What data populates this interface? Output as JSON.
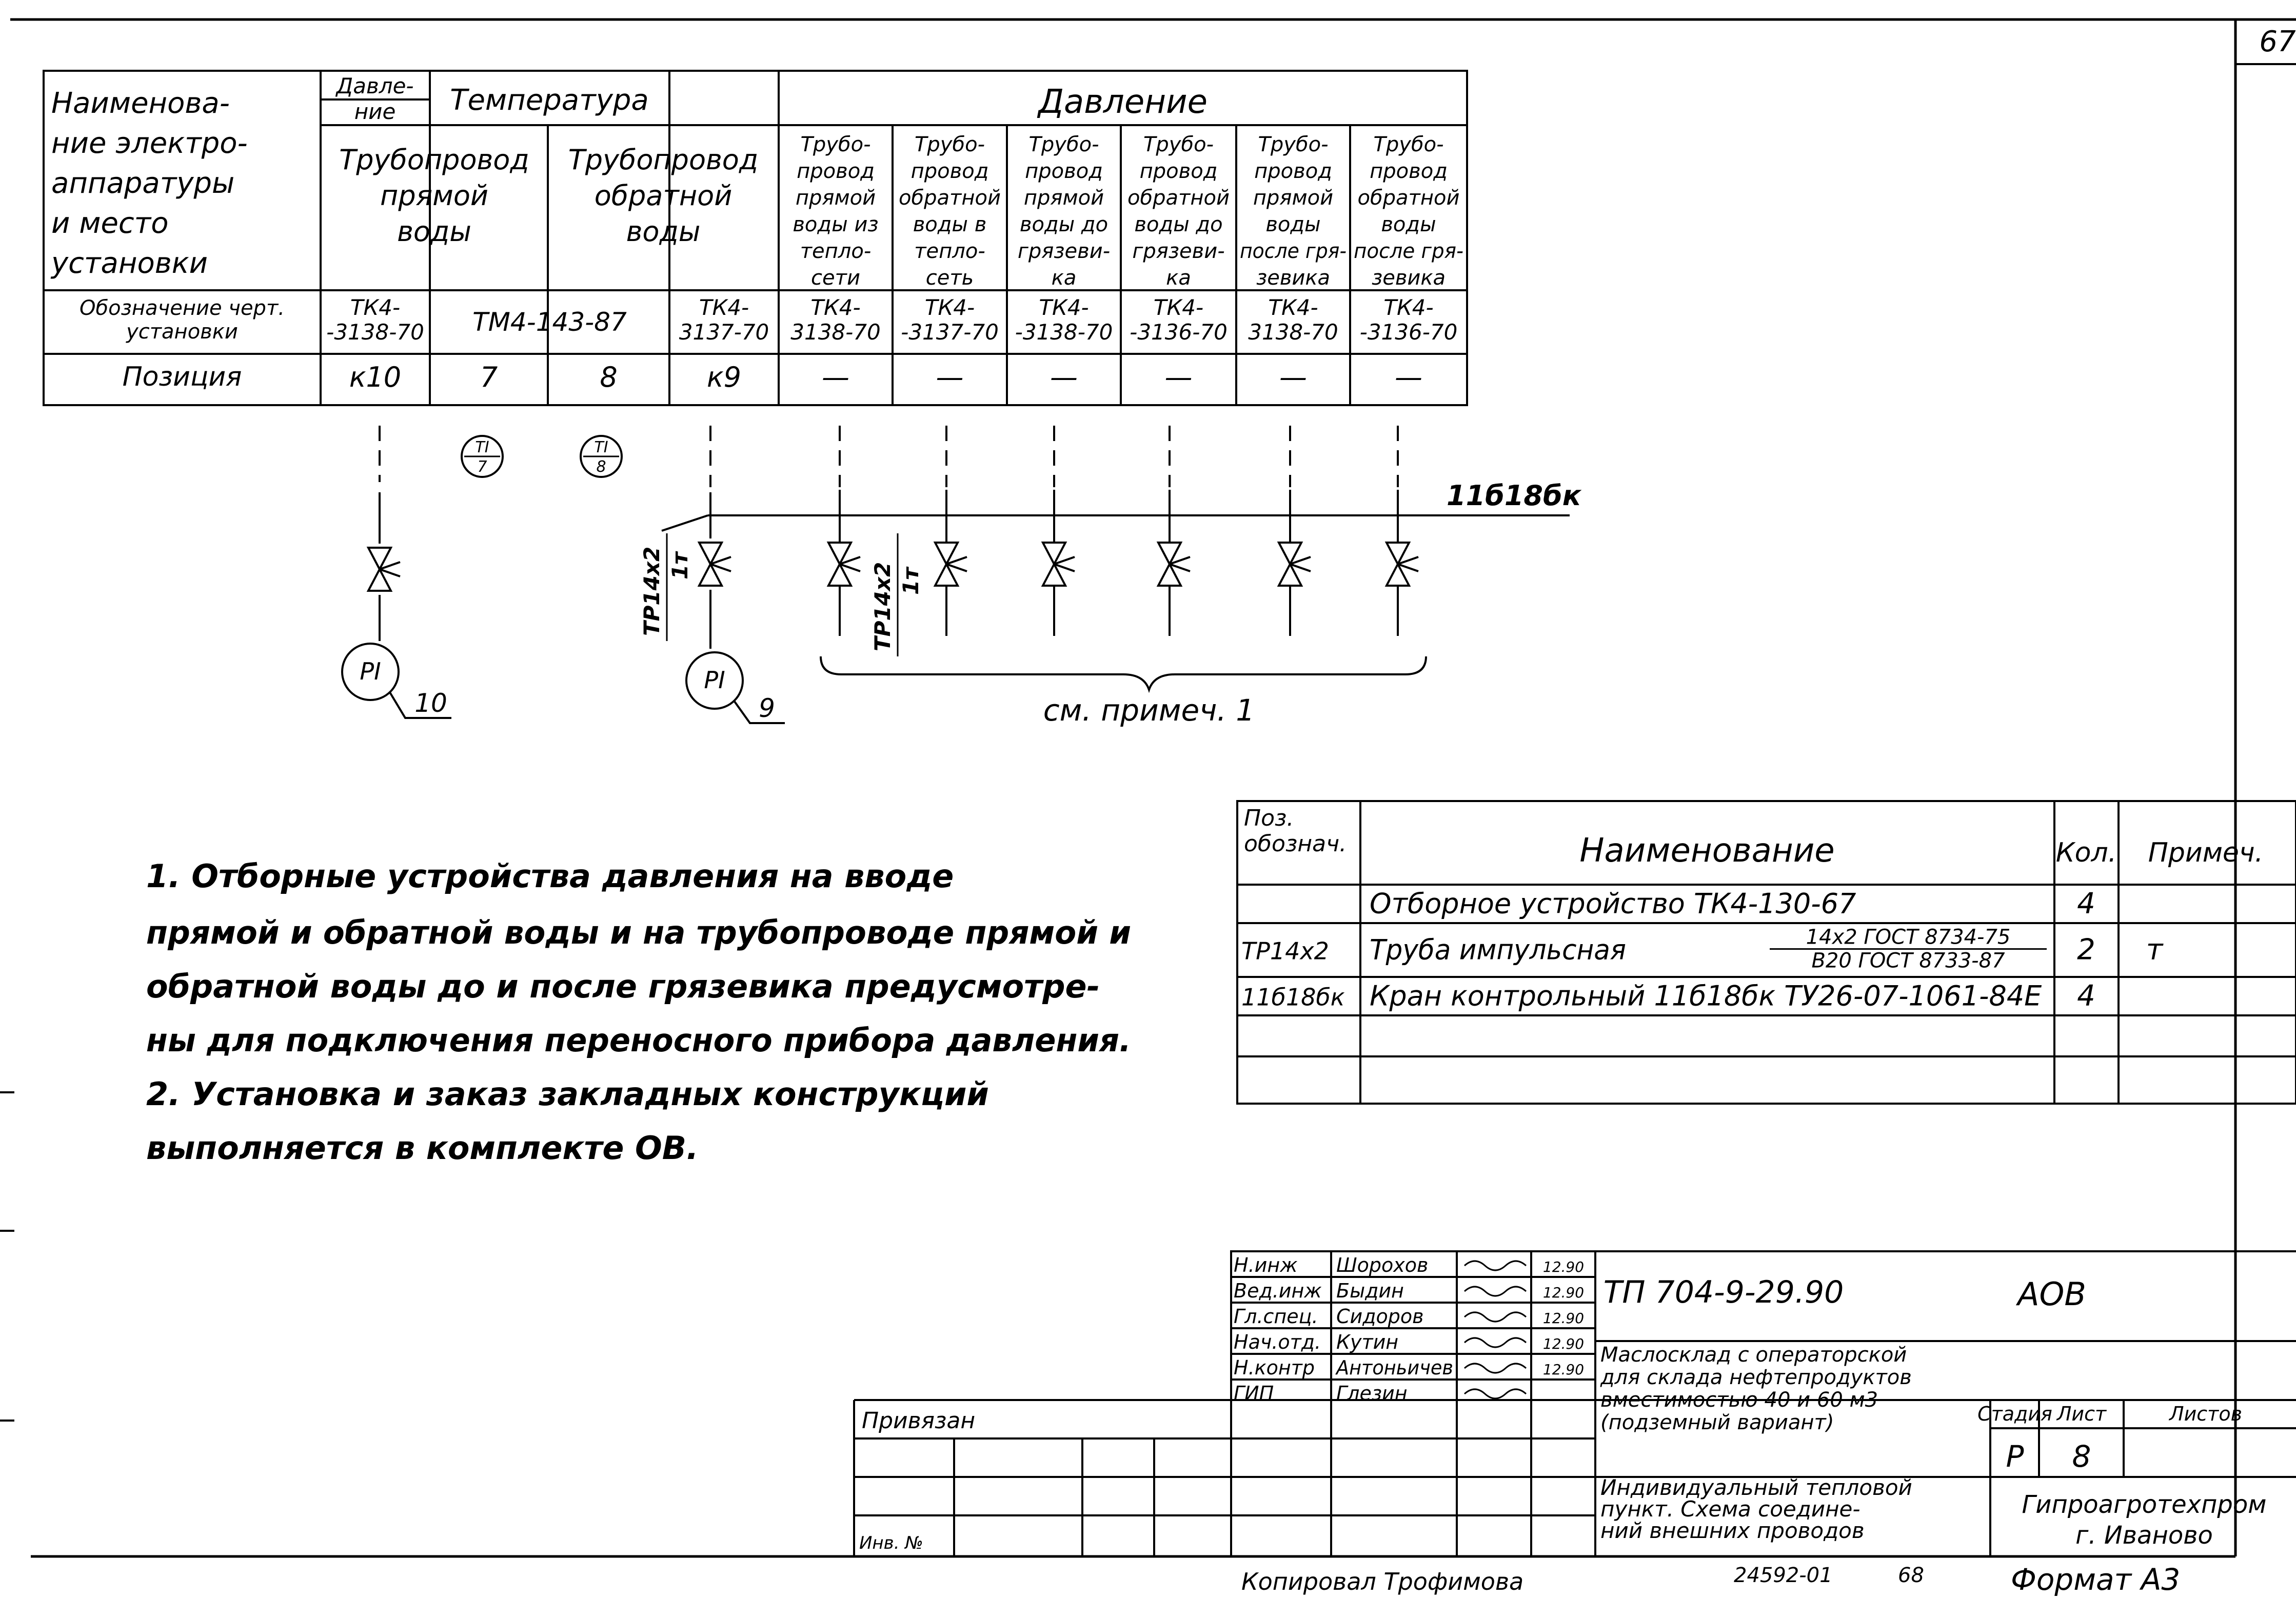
{
  "page": {
    "number": "67"
  },
  "instrument_table": {
    "col0_header": [
      "Наименова-",
      "ние электро-",
      "аппаратуры",
      "и место",
      "установки"
    ],
    "group_pressure": [
      "Давле-",
      "ние"
    ],
    "group_temperature": "Температура",
    "group_pressure2": "Давление",
    "sub_headers": [
      [
        "Трубопровод",
        "прямой",
        "воды"
      ],
      [
        "Трубопровод",
        "обратной",
        "воды"
      ],
      [
        "Трубо-",
        "провод",
        "прямой",
        "воды из",
        "тепло-",
        "сети"
      ],
      [
        "Трубо-",
        "провод",
        "обратной",
        "воды в",
        "тепло-",
        "сеть"
      ],
      [
        "Трубо-",
        "провод",
        "прямой",
        "воды до",
        "грязеви-",
        "ка"
      ],
      [
        "Трубо-",
        "провод",
        "обратной",
        "воды до",
        "грязеви-",
        "ка"
      ],
      [
        "Трубо-",
        "провод",
        "прямой",
        "воды",
        "после гря-",
        "зевика"
      ],
      [
        "Трубо-",
        "провод",
        "обратной",
        "воды",
        "после гря-",
        "зевика"
      ]
    ],
    "row_drawing_label": [
      "Обозначение черт.",
      "установки"
    ],
    "row_drawing_values": [
      [
        "ТК4-",
        "-3138-70"
      ],
      [
        "ТМ4-143-87"
      ],
      [
        "ТК4-",
        "3137-70"
      ],
      [
        "ТК4-",
        "3138-70"
      ],
      [
        "ТК4-",
        "-3137-70"
      ],
      [
        "ТК4-",
        "-3138-70"
      ],
      [
        "ТК4-",
        "-3136-70"
      ],
      [
        "ТК4-",
        "3138-70"
      ],
      [
        "ТК4-",
        "-3136-70"
      ]
    ],
    "row_position_label": "Позиция",
    "row_position_values": [
      "к10",
      "7",
      "8",
      "к9",
      "—",
      "—",
      "—",
      "—",
      "—",
      "—"
    ]
  },
  "schematic": {
    "ti_7": [
      "TI",
      "7"
    ],
    "ti_8": [
      "TI",
      "8"
    ],
    "pi_10": "PI",
    "pi_10_pos": "10",
    "pi_9": "PI",
    "pi_9_pos": "9",
    "valve_code": "11б18бк",
    "tube_label_1": "ТР14х2",
    "tube_len_1": "1т",
    "tube_label_2": "ТР14х2",
    "tube_len_2": "1т",
    "brace_note": "см. примеч. 1"
  },
  "notes": [
    "1. Отборные устройства давления на вводе",
    "прямой и обратной воды и на трубопроводе прямой и",
    "обратной воды до и после грязевика предусмотре-",
    "ны для подключения переносного прибора давления.",
    "2. Установка и заказ закладных конструкций",
    "выполняется в комплекте ОВ."
  ],
  "spec_table": {
    "headers": {
      "pos": [
        "Поз.",
        "обознач."
      ],
      "name": "Наименование",
      "qty": "Кол.",
      "note": "Примеч."
    },
    "rows": [
      {
        "pos": "",
        "name": "Отборное устройство ТК4-130-67",
        "std": [],
        "qty": "4",
        "note": ""
      },
      {
        "pos": "ТР14х2",
        "name": "Труба импульсная",
        "std": [
          "14х2 ГОСТ 8734-75",
          "В20 ГОСТ 8733-87"
        ],
        "qty": "2",
        "note": "т"
      },
      {
        "pos": "11б18бк",
        "name": "Кран контрольный 11б18бк ТУ26-07-1061-84Е",
        "std": [],
        "qty": "4",
        "note": ""
      },
      {
        "pos": "",
        "name": "",
        "std": [],
        "qty": "",
        "note": ""
      },
      {
        "pos": "",
        "name": "",
        "std": [],
        "qty": "",
        "note": ""
      }
    ]
  },
  "title_block": {
    "signatures": [
      {
        "role": "Н.инж",
        "name": "Шорохов",
        "date": "12.90"
      },
      {
        "role": "Вед.инж",
        "name": "Быдин",
        "date": "12.90"
      },
      {
        "role": "Гл.спец.",
        "name": "Сидоров",
        "date": "12.90"
      },
      {
        "role": "Нач.отд.",
        "name": "Кутин",
        "date": "12.90"
      },
      {
        "role": "Н.контр",
        "name": "Антоньичев",
        "date": "12.90"
      },
      {
        "role": "ГИП",
        "name": "Глезин",
        "date": ""
      }
    ],
    "doc_code": "ТП 704-9-29.90",
    "doc_mark": "АОВ",
    "project_title": [
      "Маслосклад с операторской",
      "для склада нефтепродуктов",
      "вместимостью 40 и 60 м3",
      "(подземный вариант)"
    ],
    "sheet_title": [
      "Индивидуальный тепловой",
      "пункт. Схема соедине-",
      "ний внешних проводов"
    ],
    "stage_label": "Стадия",
    "sheet_label": "Лист",
    "sheets_label": "Листов",
    "stage": "Р",
    "sheet": "8",
    "org": [
      "Гипроагротехпром",
      "г. Иваново"
    ],
    "privyazan": "Привязан",
    "inv_no": "Инв. №"
  },
  "footer": {
    "copied": "Копировал Трофимова",
    "archive": "24592-01",
    "page": "68",
    "format": "Формат А3"
  }
}
